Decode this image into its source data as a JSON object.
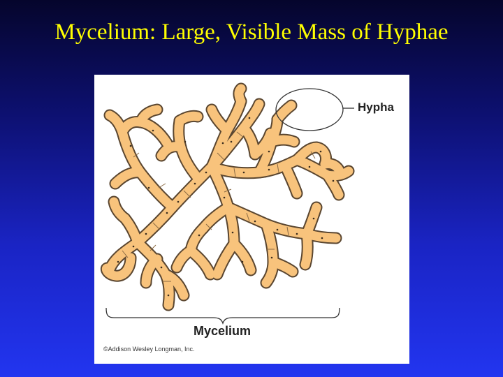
{
  "slide": {
    "title": "Mycelium: Large, Visible Mass of Hyphae"
  },
  "figure": {
    "hypha_label": "Hypha",
    "mycelium_label": "Mycelium",
    "copyright": "©Addison Wesley Longman, Inc.",
    "colors": {
      "hypha_fill": "#f8c37c",
      "outline": "#5a4630",
      "background": "#ffffff",
      "title_text": "#ffff00"
    }
  }
}
